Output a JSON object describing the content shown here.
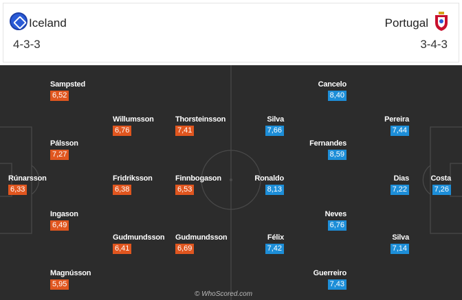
{
  "home": {
    "name": "Iceland",
    "formation": "4-3-3",
    "crest": "iceland-crest-icon",
    "color": "#e0561f"
  },
  "away": {
    "name": "Portugal",
    "formation": "3-4-3",
    "crest": "portugal-crest-icon",
    "color": "#1d8ed8"
  },
  "home_players": [
    {
      "name": "Sampsted",
      "rating": "6,52"
    },
    {
      "name": "Pálsson",
      "rating": "7,27"
    },
    {
      "name": "Rúnarsson",
      "rating": "6,33"
    },
    {
      "name": "Ingason",
      "rating": "6,49"
    },
    {
      "name": "Magnússon",
      "rating": "5,95"
    },
    {
      "name": "Willumsson",
      "rating": "6,76"
    },
    {
      "name": "Fridriksson",
      "rating": "6,38"
    },
    {
      "name": "Gudmundsson",
      "rating": "6,41"
    },
    {
      "name": "Thorsteinsson",
      "rating": "7,41"
    },
    {
      "name": "Finnbogason",
      "rating": "6,53"
    },
    {
      "name": "Gudmundsson",
      "rating": "6,69"
    }
  ],
  "away_players": [
    {
      "name": "Silva",
      "rating": "7,66"
    },
    {
      "name": "Ronaldo",
      "rating": "8,13"
    },
    {
      "name": "Félix",
      "rating": "7,42"
    },
    {
      "name": "Cancelo",
      "rating": "8,40"
    },
    {
      "name": "Fernandes",
      "rating": "8,59"
    },
    {
      "name": "Neves",
      "rating": "6,76"
    },
    {
      "name": "Guerreiro",
      "rating": "7,43"
    },
    {
      "name": "Pereira",
      "rating": "7,44"
    },
    {
      "name": "Dias",
      "rating": "7,22"
    },
    {
      "name": "Silva",
      "rating": "7,14"
    },
    {
      "name": "Costa",
      "rating": "7,26"
    }
  ],
  "watermark": "© WhoScored.com"
}
